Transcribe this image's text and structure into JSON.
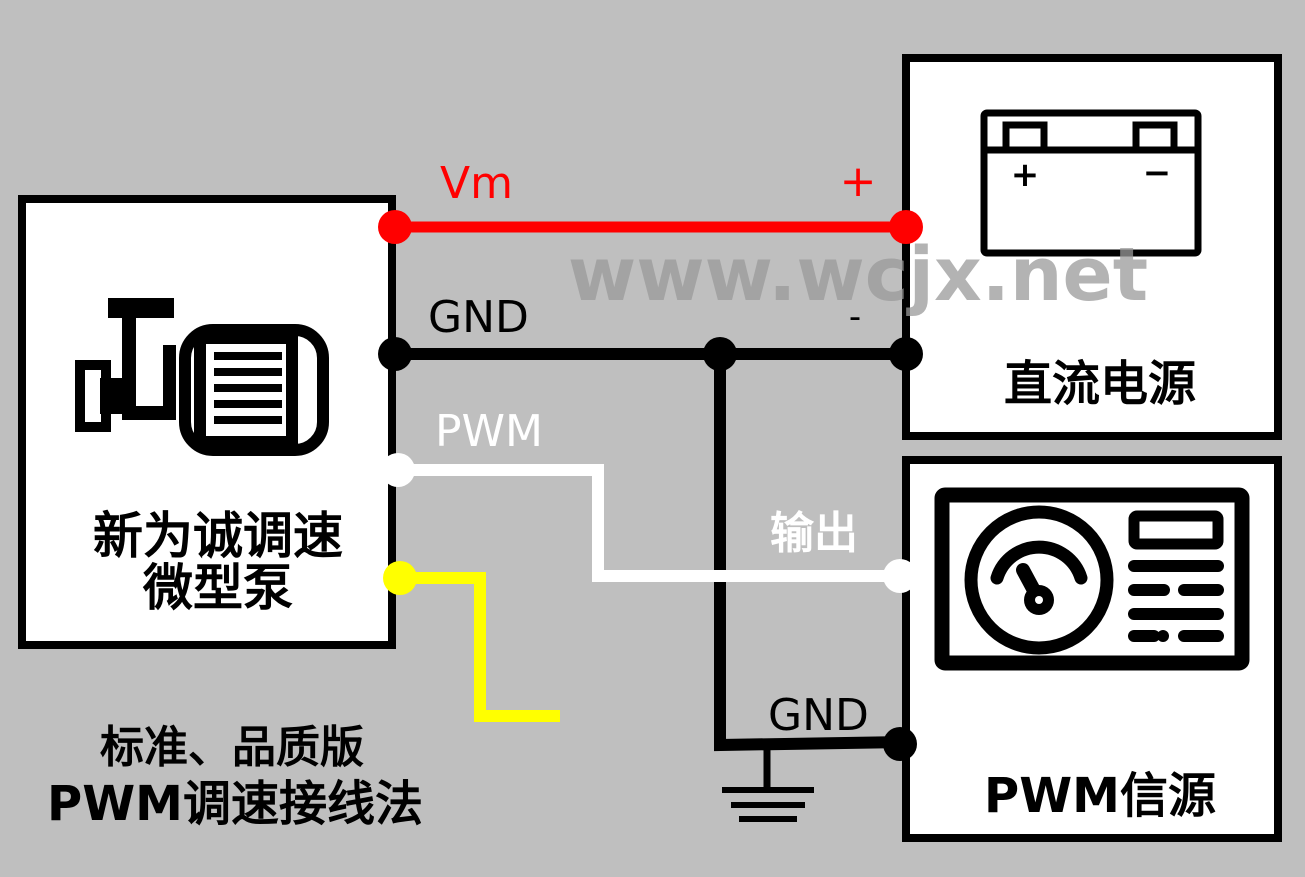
{
  "colors": {
    "background": "#bfbfbf",
    "wire_vm": "#ff0000",
    "wire_gnd": "#000000",
    "wire_pwm": "#ffffff",
    "wire_unused": "#ffff00",
    "box_fill": "#ffffff",
    "box_stroke": "#000000",
    "watermark": "#999999"
  },
  "watermark": "www.wcjx.net",
  "pump_box": {
    "icon": "pump-motor-icon",
    "title_line1": "新为诚调速",
    "title_line2": "微型泵"
  },
  "dc_supply_box": {
    "icon": "battery-icon",
    "battery_plus": "+",
    "battery_minus": "−",
    "title": "直流电源"
  },
  "pwm_source_box": {
    "icon": "pwm-controller-icon",
    "title": "PWM信源"
  },
  "wires": {
    "vm_label": "Vm",
    "vm_plus_label": "+",
    "gnd_label": "GND",
    "gnd_minus_label": "-",
    "pwm_label": "PWM",
    "output_label": "输出",
    "pwm_gnd_label": "GND"
  },
  "ground_symbol": "ground-icon",
  "caption": {
    "line1": "标准、品质版",
    "line2": "PWM调速接线法"
  }
}
